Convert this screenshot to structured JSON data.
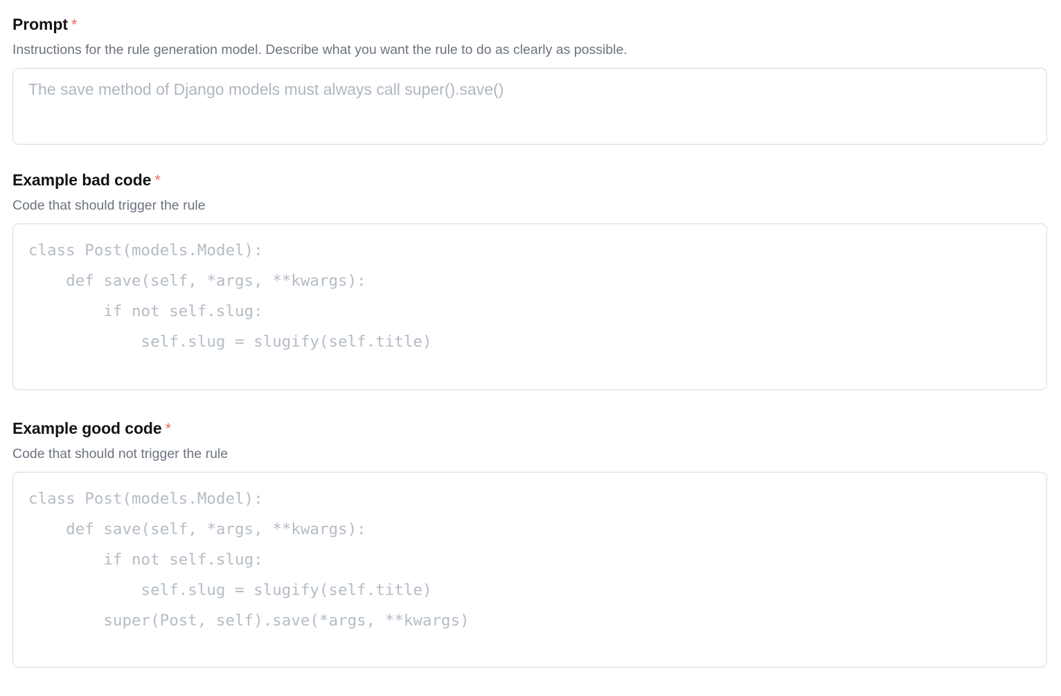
{
  "form": {
    "fields": [
      {
        "id": "prompt",
        "label": "Prompt",
        "required_marker": "*",
        "description": "Instructions for the rule generation model. Describe what you want the rule to do as clearly as possible.",
        "value": "",
        "placeholder": "The save method of Django models must always call super().save()"
      },
      {
        "id": "example_bad_code",
        "label": "Example bad code",
        "required_marker": "*",
        "description": "Code that should trigger the rule",
        "value": "",
        "placeholder": "class Post(models.Model):\n    def save(self, *args, **kwargs):\n        if not self.slug:\n            self.slug = slugify(self.title)"
      },
      {
        "id": "example_good_code",
        "label": "Example good code",
        "required_marker": "*",
        "description": "Code that should not trigger the rule",
        "value": "",
        "placeholder": "class Post(models.Model):\n    def save(self, *args, **kwargs):\n        if not self.slug:\n            self.slug = slugify(self.title)\n        super(Post, self).save(*args, **kwargs)"
      }
    ]
  },
  "colors": {
    "required_star": "#ed6a5e",
    "label_text": "#121417",
    "description_text": "#6b7280",
    "placeholder_text": "#aeb6c0",
    "field_border": "#d5dae1",
    "background": "#ffffff"
  }
}
